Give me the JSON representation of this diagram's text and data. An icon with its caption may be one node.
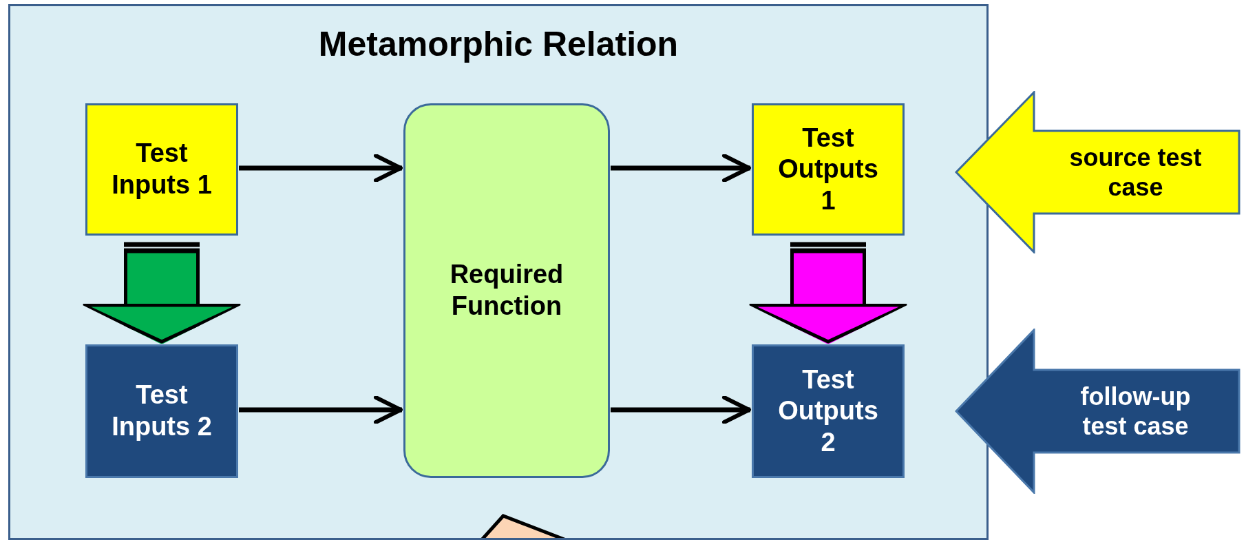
{
  "diagram": {
    "nodes": [
      {
        "text": [
          "Metamorphic Relation"
        ]
      },
      {
        "text": [
          "Test Inputs 1"
        ],
        "in": 0
      },
      {
        "text": [
          "Required Function"
        ],
        "in": 0
      },
      {
        "text": [
          "Test Outputs 1"
        ],
        "in": 0
      },
      {
        "text": [
          "source test case"
        ]
      },
      {
        "text": [
          "Test Inputs 2"
        ],
        "in": 0
      },
      {
        "text": [
          "Test Outputs 2"
        ],
        "in": 0
      },
      {
        "text": [
          "follow-up test case"
        ]
      },
      {
        "text": [],
        "shape": "polygon",
        "in": 0
      }
    ],
    "edges": [
      {
        "from": 1,
        "to": 2,
        "arrow": "to"
      },
      {
        "from": 2,
        "to": 3,
        "arrow": "to"
      },
      {
        "from": 5,
        "to": 2,
        "arrow": "to"
      },
      {
        "from": 2,
        "to": 6,
        "arrow": "to"
      },
      {
        "from": 1,
        "to": 5,
        "arrow": "to",
        "style": "thick",
        "color": "#00b050"
      },
      {
        "from": 3,
        "to": 6,
        "arrow": "to",
        "style": "thick",
        "color": "#ff00ff"
      }
    ]
  }
}
